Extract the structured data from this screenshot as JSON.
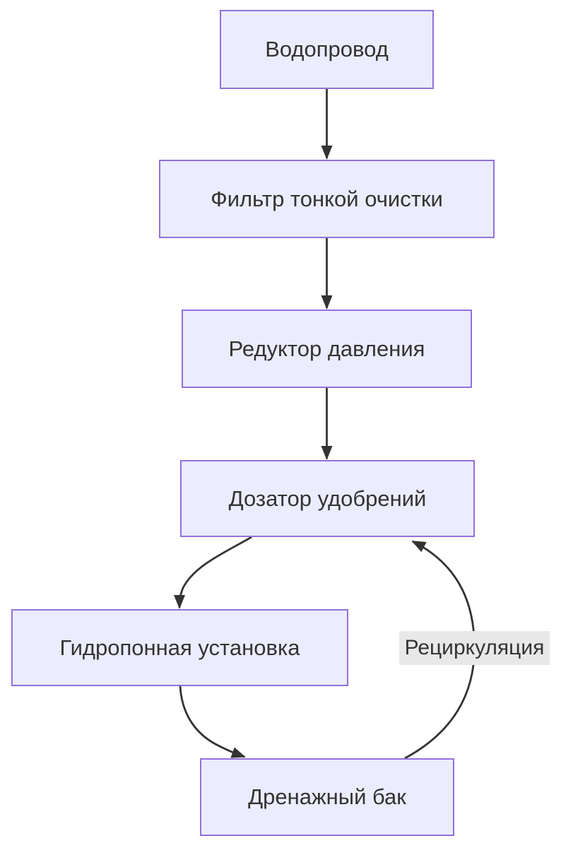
{
  "diagram": {
    "type": "flowchart",
    "direction": "top-down",
    "nodes": [
      {
        "id": "water",
        "label": "Водопровод"
      },
      {
        "id": "filter",
        "label": "Фильтр тонкой очистки"
      },
      {
        "id": "reducer",
        "label": "Редуктор давления"
      },
      {
        "id": "doser",
        "label": "Дозатор удобрений"
      },
      {
        "id": "hydro",
        "label": "Гидропонная установка"
      },
      {
        "id": "drain",
        "label": "Дренажный бак"
      }
    ],
    "edges": [
      {
        "from": "water",
        "to": "filter",
        "label": ""
      },
      {
        "from": "filter",
        "to": "reducer",
        "label": ""
      },
      {
        "from": "reducer",
        "to": "doser",
        "label": ""
      },
      {
        "from": "doser",
        "to": "hydro",
        "label": ""
      },
      {
        "from": "hydro",
        "to": "drain",
        "label": ""
      },
      {
        "from": "drain",
        "to": "doser",
        "label": "Рециркуляция"
      }
    ],
    "colors": {
      "node_fill": "#ECECFF",
      "node_border": "#9370DB",
      "edge_stroke": "#333333",
      "text": "#333333",
      "edge_label_bg": "#e8e8e8",
      "background": "#ffffff"
    }
  }
}
